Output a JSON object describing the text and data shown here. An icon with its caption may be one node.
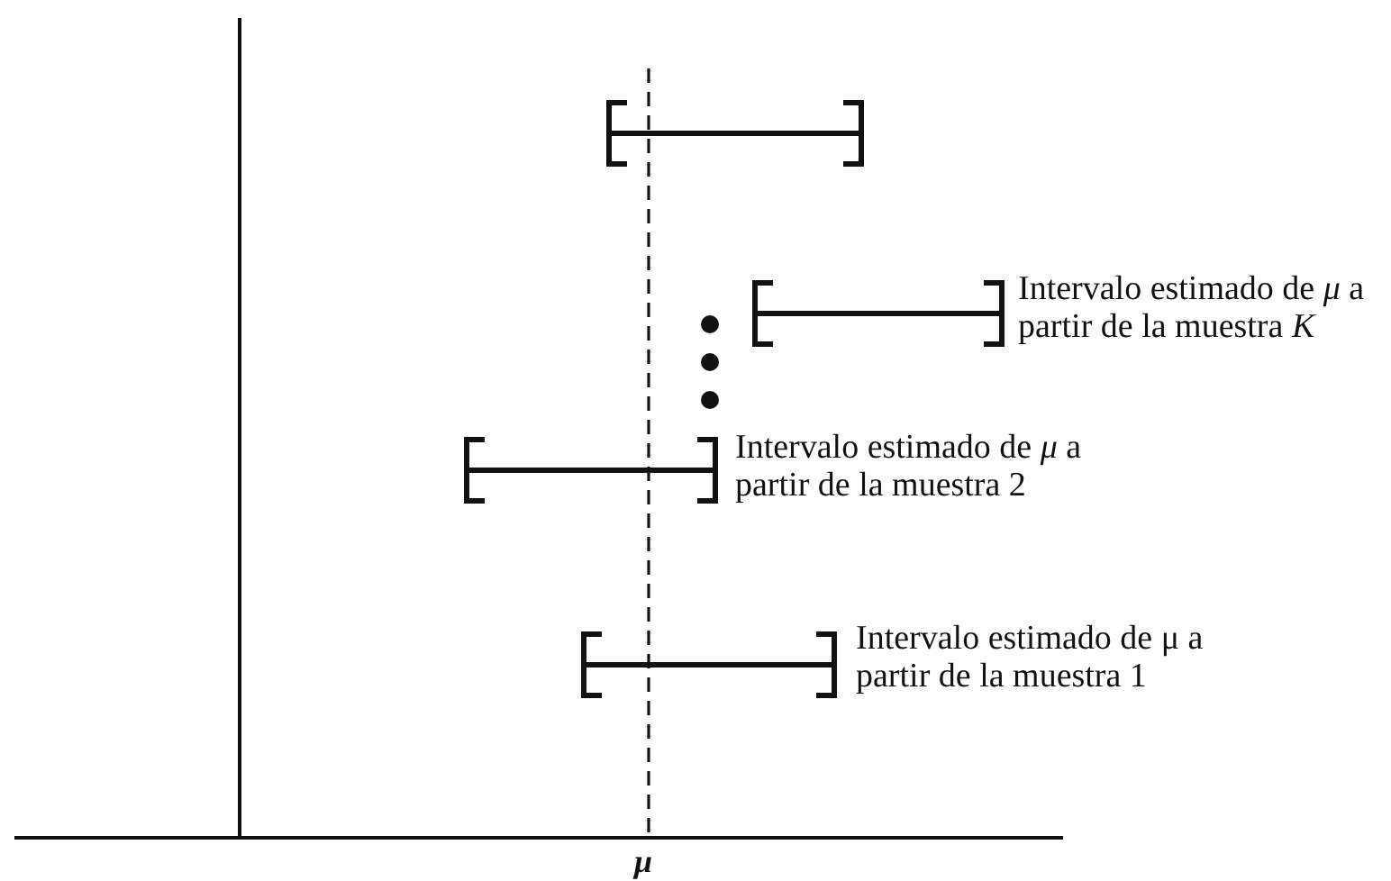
{
  "diagram": {
    "labels": [
      "Intervalo estimado de *μ* a partir de la muestra *K*",
      "Intervalo estimado de *μ* a partir de la muestra 2",
      "Intervalo estimado de μ a partir de la muestra 1",
      "μ"
    ]
  }
}
